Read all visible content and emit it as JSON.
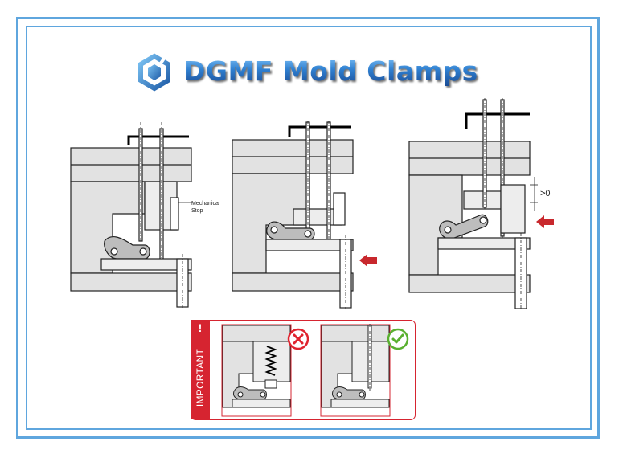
{
  "brand": {
    "title": "DGMF Mold Clamps",
    "logo_icon": "dgmf-logo-icon"
  },
  "diagram1": {
    "callout": [
      "Mechanical",
      "Stop"
    ]
  },
  "diagram3": {
    "gap_label": ">0"
  },
  "important": {
    "label": "IMPORTANT",
    "mark": "!",
    "wrong_icon": "x-circle-icon",
    "right_icon": "check-circle-icon"
  },
  "colors": {
    "frame": "#5fa6de",
    "brand": "#2b6fb5",
    "warning": "#d62430",
    "wrong": "#e0242f",
    "right": "#5ab030",
    "arrow": "#c8282d"
  }
}
